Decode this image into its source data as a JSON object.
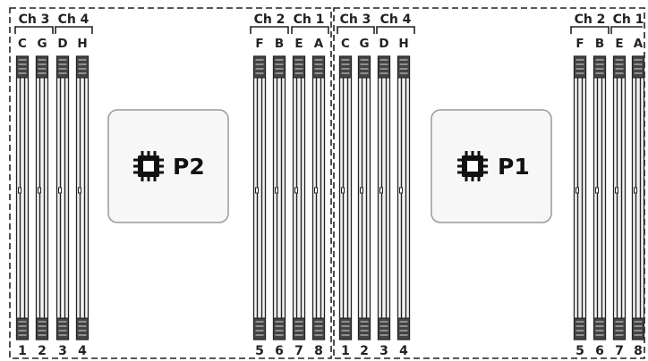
{
  "processors": [
    {
      "cpu": {
        "label": "P2",
        "icon": "processor-chip-icon"
      },
      "left_bank": {
        "channels": [
          {
            "label": "Ch 3"
          },
          {
            "label": "Ch 4"
          }
        ],
        "slot_letters": [
          "C",
          "G",
          "D",
          "H"
        ],
        "slot_numbers": [
          "1",
          "2",
          "3",
          "4"
        ]
      },
      "right_bank": {
        "channels": [
          {
            "label": "Ch 2"
          },
          {
            "label": "Ch 1"
          }
        ],
        "slot_letters": [
          "F",
          "B",
          "E",
          "A"
        ],
        "slot_numbers": [
          "5",
          "6",
          "7",
          "8"
        ]
      }
    },
    {
      "cpu": {
        "label": "P1",
        "icon": "processor-chip-icon"
      },
      "left_bank": {
        "channels": [
          {
            "label": "Ch 3"
          },
          {
            "label": "Ch 4"
          }
        ],
        "slot_letters": [
          "C",
          "G",
          "D",
          "H"
        ],
        "slot_numbers": [
          "1",
          "2",
          "3",
          "4"
        ]
      },
      "right_bank": {
        "channels": [
          {
            "label": "Ch 2"
          },
          {
            "label": "Ch 1"
          }
        ],
        "slot_letters": [
          "F",
          "B",
          "E",
          "A"
        ],
        "slot_numbers": [
          "5",
          "6",
          "7",
          "8"
        ]
      }
    }
  ],
  "colors": {
    "line": "#222222",
    "slot_body": "#f2f2f2",
    "cpu_box_border": "#9a9a9a",
    "cpu_box_fill": "#f7f7f7"
  }
}
